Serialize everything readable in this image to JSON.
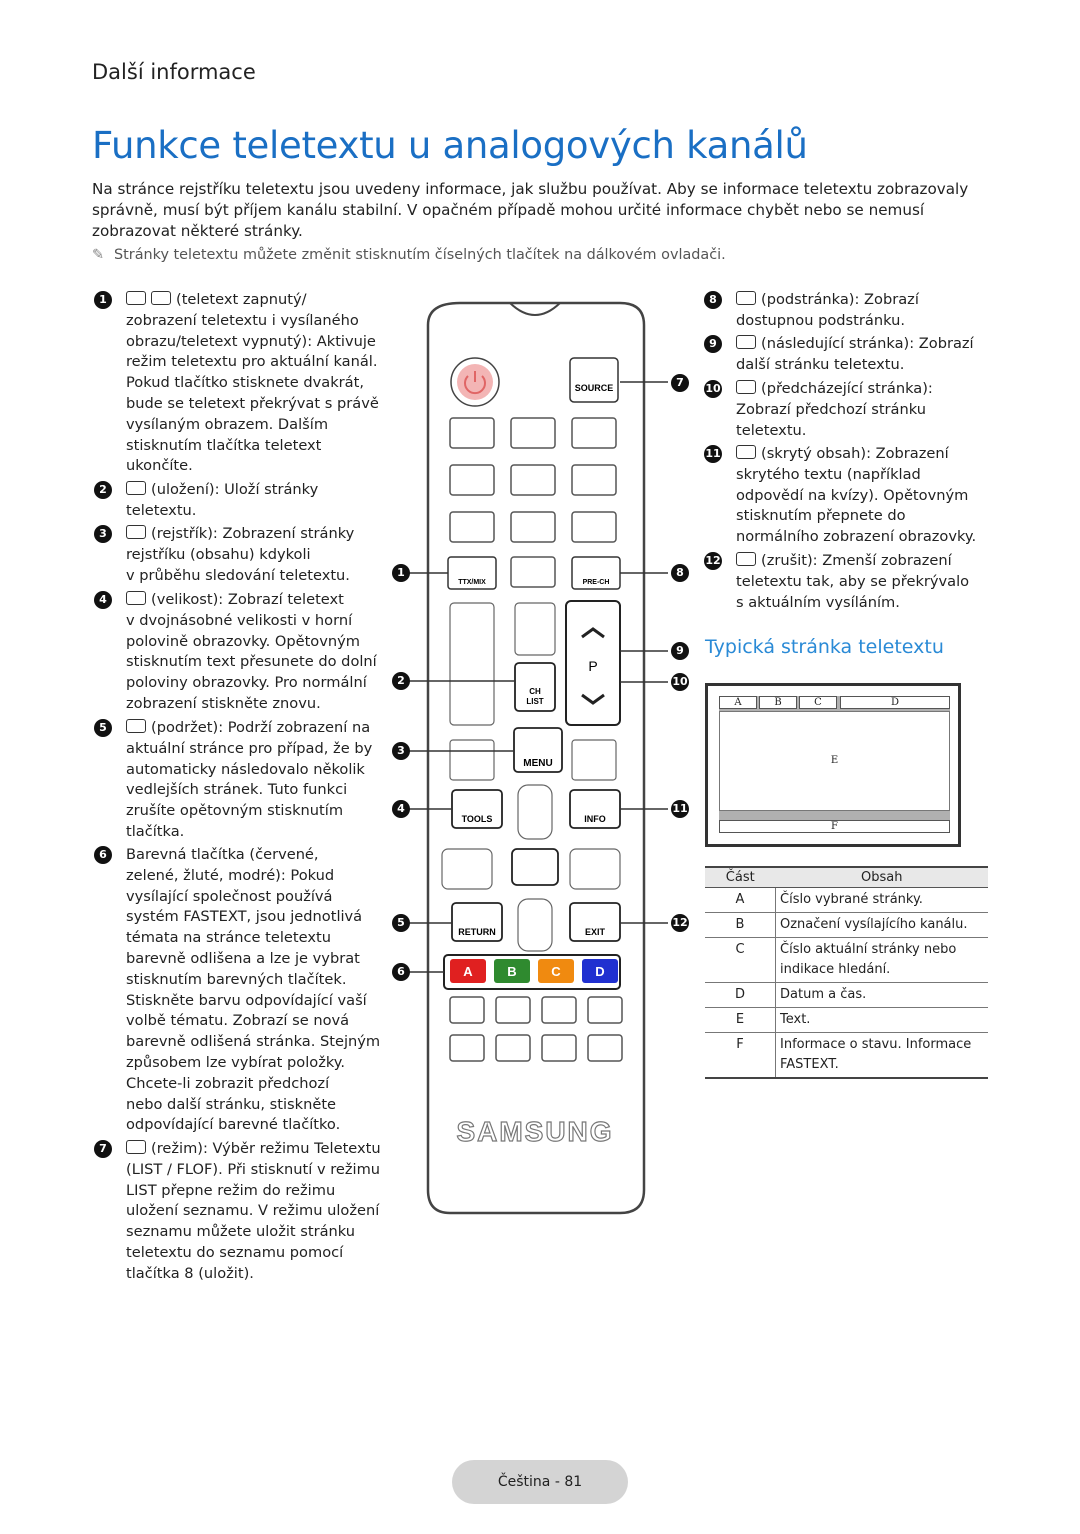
{
  "section": "Další informace",
  "title": "Funkce teletextu u analogových kanálů",
  "intro": "Na stránce rejstříku teletextu jsou uvedeny informace, jak službu používat. Aby se informace teletextu zobrazovaly správně, musí být příjem kanálu stabilní. V opačném případě mohou určité informace chybět nebo se nemusí zobrazovat některé stránky.",
  "note": "Stránky teletextu můžete změnit stisknutím číselných tlačítek na dálkovém ovladači.",
  "items_left": [
    {
      "num": "1",
      "text": "(teletext zapnutý/\nzobrazení teletextu i vysílaného\nobrazu/teletext vypnutý): Aktivuje\nrežim teletextu pro aktuální kanál.\nPokud tlačítko stisknete dvakrát,\nbude se teletext překrývat s právě\nvysílaným obrazem. Dalším\nstisknutím tlačítka teletext\nukončíte."
    },
    {
      "num": "2",
      "text": "(uložení): Uloží stránky\nteletextu."
    },
    {
      "num": "3",
      "text": "(rejstřík): Zobrazení stránky\nrejstříku (obsahu) kdykoli\nv průběhu sledování teletextu."
    },
    {
      "num": "4",
      "text": "(velikost): Zobrazí teletext\nv dvojnásobné velikosti v horní\npolovině obrazovky. Opětovným\nstisknutím text přesunete do dolní\npoloviny obrazovky. Pro normální\nzobrazení stiskněte znovu."
    },
    {
      "num": "5",
      "text": "(podržet): Podrží zobrazení na\naktuální stránce pro případ, že by\nautomaticky následovalo několik\nvedlejších stránek. Tuto funkci\nzrušíte opětovným stisknutím\ntlačítka."
    },
    {
      "num": "6",
      "text": "Barevná tlačítka (červené,\nzelené, žluté, modré): Pokud\nvysílající společnost používá\nsystém FASTEXT, jsou jednotlivá\ntémata na stránce teletextu\nbarevně odlišena a lze je vybrat\nstisknutím barevných tlačítek.\nStiskněte barvu odpovídající vaší\nvolbě tématu. Zobrazí se nová\nbarevně odlišená stránka. Stejným\nzpůsobem lze vybírat položky.\nChcete-li zobrazit předchozí\nnebo další stránku, stiskněte\nodpovídající barevné tlačítko."
    },
    {
      "num": "7",
      "text": "(režim): Výběr režimu Teletextu\n(LIST / FLOF). Při stisknutí v režimu\nLIST přepne režim do režimu\nuložení seznamu. V režimu uložení\nseznamu můžete uložit stránku\nteletextu do seznamu pomocí\ntlačítka 8 (uložit)."
    }
  ],
  "items_right": [
    {
      "num": "8",
      "text": "(podstránka): Zobrazí\ndostupnou podstránku."
    },
    {
      "num": "9",
      "text": "(následující stránka): Zobrazí\ndalší stránku teletextu."
    },
    {
      "num": "10",
      "text": "(předcházející stránka):\nZobrazí předchozí stránku\nteletextu."
    },
    {
      "num": "11",
      "text": "(skrytý obsah): Zobrazení\nskrytého textu (například\nodpovědí na kvízy). Opětovným\nstisknutím přepnete do\nnormálního zobrazení obrazovky."
    },
    {
      "num": "12",
      "text": "(zrušit): Zmenší zobrazení\nteletextu tak, aby se překrývalo\ns aktuálním vysíláním."
    }
  ],
  "subtitle": "Typická stránka teletextu",
  "diagram": {
    "a": "A",
    "b": "B",
    "c": "C",
    "d": "D",
    "e": "E",
    "f": "F"
  },
  "table": {
    "headers": [
      "Část",
      "Obsah"
    ],
    "rows": [
      [
        "A",
        "Číslo vybrané stránky."
      ],
      [
        "B",
        "Označení vysílajícího kanálu."
      ],
      [
        "C",
        "Číslo aktuální stránky nebo indikace hledání."
      ],
      [
        "D",
        "Datum a čas."
      ],
      [
        "E",
        "Text."
      ],
      [
        "F",
        "Informace o stavu. Informace FASTEXT."
      ]
    ]
  },
  "remote": {
    "source": "SOURCE",
    "ttx": "TTX/MIX",
    "prech": "PRE-CH",
    "p": "P",
    "ch": "CH",
    "list": "LIST",
    "menu": "MENU",
    "tools": "TOOLS",
    "info": "INFO",
    "return": "RETURN",
    "exit": "EXIT",
    "a": "A",
    "b": "B",
    "c": "C",
    "d": "D",
    "brand": "SAMSUNG",
    "callouts": [
      "1",
      "2",
      "3",
      "4",
      "5",
      "6",
      "7",
      "8",
      "9",
      "10",
      "11",
      "12"
    ]
  },
  "footer": "Čeština - 81"
}
